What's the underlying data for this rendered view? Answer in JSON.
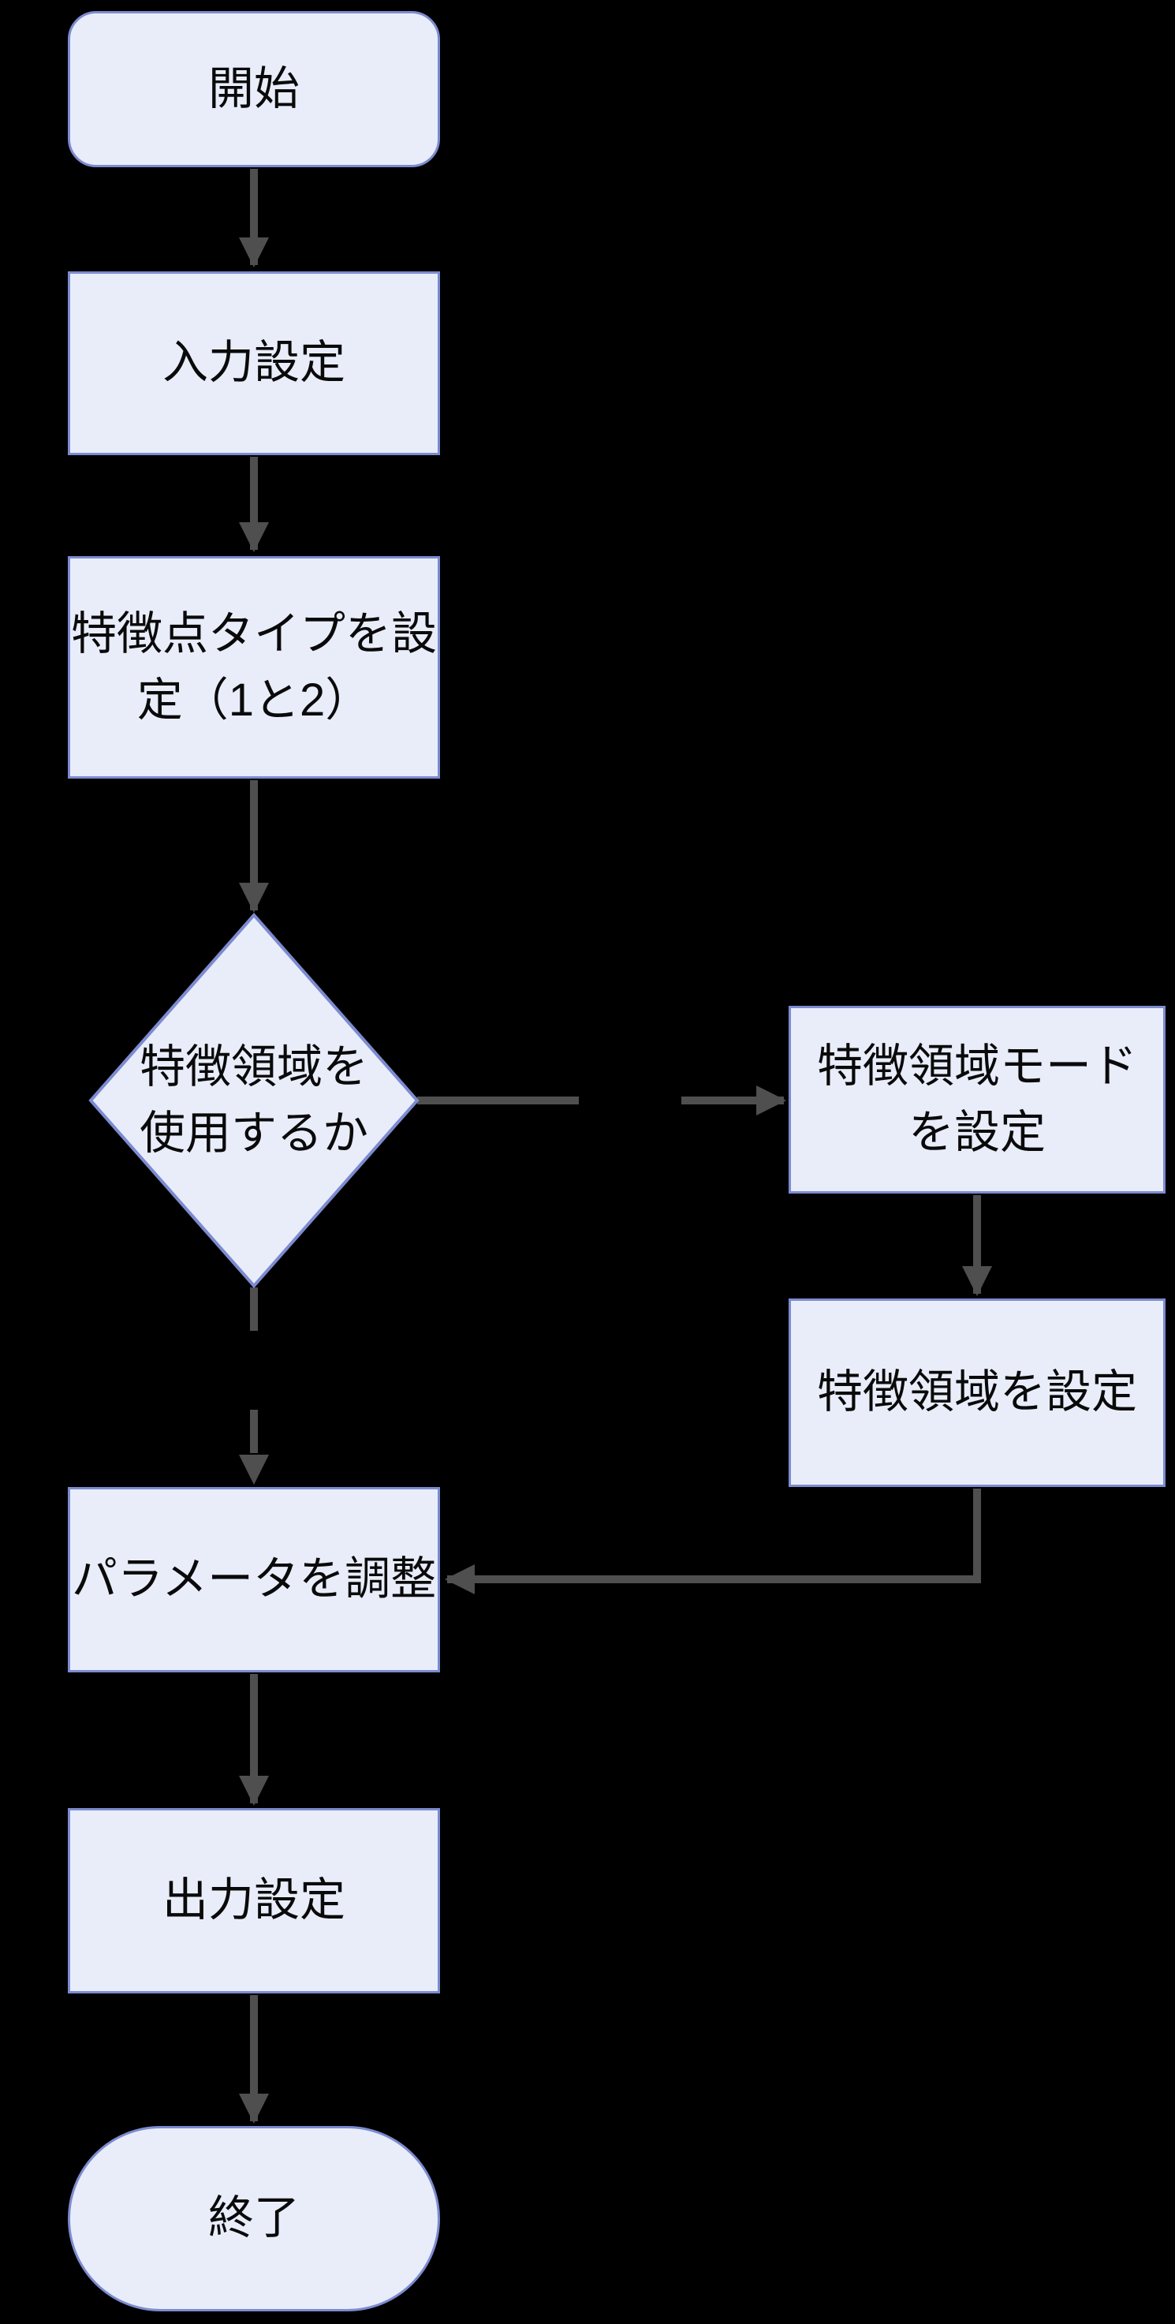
{
  "diagram": {
    "type": "flowchart",
    "direction": "top-down",
    "colors": {
      "background": "#000000",
      "node_fill": "#E9EDFA",
      "node_border": "#7C8BD0",
      "edge": "#4F4F4F",
      "text": "#0A0A0A"
    },
    "nodes": [
      {
        "id": "start",
        "shape": "rounded",
        "label": "開始"
      },
      {
        "id": "input-settings",
        "shape": "rect",
        "label": "入力設定"
      },
      {
        "id": "feature-point-type",
        "shape": "rect",
        "label": "特徴点タイプを設\n定（1と2）"
      },
      {
        "id": "use-feature-region",
        "shape": "diamond",
        "label": "特徴領域を\n使用するか"
      },
      {
        "id": "feature-region-mode",
        "shape": "rect",
        "label": "特徴領域モード\nを設定"
      },
      {
        "id": "set-feature-region",
        "shape": "rect",
        "label": "特徴領域を設定"
      },
      {
        "id": "adjust-parameters",
        "shape": "rect",
        "label": "パラメータを調整"
      },
      {
        "id": "output-settings",
        "shape": "rect",
        "label": "出力設定"
      },
      {
        "id": "end",
        "shape": "stadium",
        "label": "終了"
      }
    ],
    "edges": [
      {
        "from": "start",
        "to": "input-settings",
        "style": "solid"
      },
      {
        "from": "input-settings",
        "to": "feature-point-type",
        "style": "solid"
      },
      {
        "from": "feature-point-type",
        "to": "use-feature-region",
        "style": "solid"
      },
      {
        "from": "use-feature-region",
        "to": "feature-region-mode",
        "style": "dashed"
      },
      {
        "from": "use-feature-region",
        "to": "adjust-parameters",
        "style": "dashed"
      },
      {
        "from": "feature-region-mode",
        "to": "set-feature-region",
        "style": "solid"
      },
      {
        "from": "set-feature-region",
        "to": "adjust-parameters",
        "style": "solid"
      },
      {
        "from": "adjust-parameters",
        "to": "output-settings",
        "style": "solid"
      },
      {
        "from": "output-settings",
        "to": "end",
        "style": "solid"
      }
    ]
  }
}
